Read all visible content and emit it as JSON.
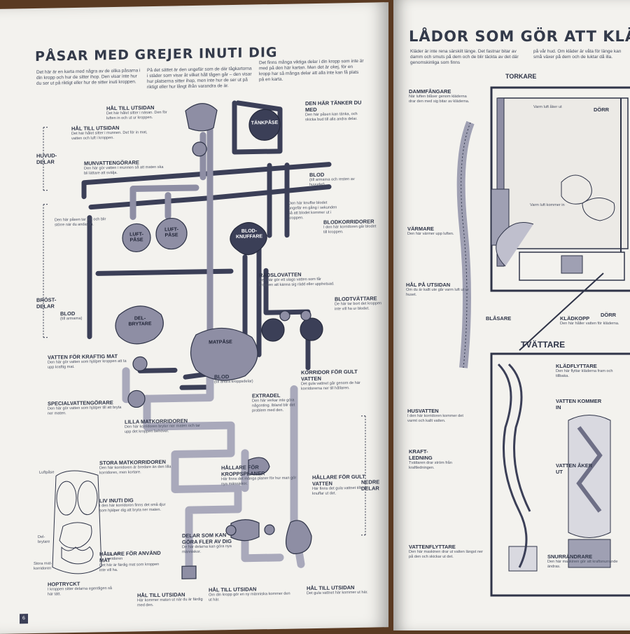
{
  "left_page": {
    "title": "PÅSAR MED GREJER INUTI DIG",
    "intro_col1": "Det här är en karta med några av de olika påsarna i din kropp och hur de sitter ihop. Den visar inte hur du ser ut på riktigt eller hur de sitter inuti kroppen.",
    "intro_col2": "På det sättet är den ungefär som de där tågkartorna i städer som visar åt vilket håll tågen går – den visar hur platserna sitter ihop, men inte hur de ser ut på riktigt eller hur långt ifrån varandra de är.",
    "intro_col3": "Det finns många viktiga delar i din kropp som inte är med på den här kartan. Men det är okej, för en kropp har så många delar att alla inte kan få plats på en karta.",
    "sections": {
      "huvud": "HUVUD-\nDELAR",
      "brost": "BRÖST-\nDELAR",
      "nedre": "NEDRE\nDELAR"
    },
    "labels": [
      {
        "id": "hal-1",
        "title": "HÅL TILL UTSIDAN",
        "text": "Det här hålet sitter i näsan. Den för luften in och ut ur kroppen."
      },
      {
        "id": "hal-2",
        "title": "HÅL TILL UTSIDAN",
        "text": "Det här hålet sitter i munnen. Det för in mat, vatten och luft i kroppen."
      },
      {
        "id": "munvatten",
        "title": "MUNVATTENGÖRARE",
        "text": "Den här gör vatten i munnen så att maten ska bli lättare att svälja."
      },
      {
        "id": "tankpase",
        "title": "DEN HÄR TÄNKER DU MED",
        "text": "Den här påsen kan tänka, och skicka bud till alla andra delar."
      },
      {
        "id": "blod-top",
        "title": "BLOD",
        "text": "(till armarna och resten av huvudet)"
      },
      {
        "id": "luftpase-note",
        "title": "",
        "text": "Den här påsen tar luft och blir större när du andas in."
      },
      {
        "id": "blodknuffare",
        "title": "",
        "text": "Den här knuffar blodet ungefär en gång i sekunden så att blodet kommer ut i kroppen."
      },
      {
        "id": "blodkorridorer",
        "title": "BLODKORRIDORER",
        "text": "I den här korridoren går blodet till kroppen."
      },
      {
        "id": "radslovatten",
        "title": "RÄDSLOVATTEN",
        "text": "Den här gör ett slags vatten som får kroppen att känna sig rädd eller upphetsad."
      },
      {
        "id": "blodtvattare",
        "title": "BLODTVÄTTARE",
        "text": "De här tar bort det kroppen inte vill ha ur blodet."
      },
      {
        "id": "blod-left",
        "title": "BLOD",
        "text": "(till armarna)"
      },
      {
        "id": "vatten-kraftig",
        "title": "VATTEN FÖR KRAFTIG MAT",
        "text": "Den här gör vatten som hjälper kroppen att ta upp kraftig mat."
      },
      {
        "id": "specialvatten",
        "title": "SPECIALVATTENGÖRARE",
        "text": "Den här gör vatten som hjälper till att bryta ner maten."
      },
      {
        "id": "blod-bottom",
        "title": "BLOD",
        "text": "(till andra kroppsdelar)"
      },
      {
        "id": "korridor-gult",
        "title": "KORRIDOR FÖR GULT VATTEN",
        "text": "Det gula vattnet går genom de här korridorerna ner till hållaren."
      },
      {
        "id": "extradel",
        "title": "EXTRADEL",
        "text": "Den här verkar inte göra någonting. Ibland blir det problem med den."
      },
      {
        "id": "lilla-matkorridoren",
        "title": "LILLA MATKORRIDOREN",
        "text": "Den här korridoren bryter ner maten och tar upp det kroppen behöver."
      },
      {
        "id": "stora-matkorridoren",
        "title": "STORA MATKORRIDOREN",
        "text": "Den här korridoren är bredare än den lilla korridoren, men kortare."
      },
      {
        "id": "hallare-kropp",
        "title": "HÅLLARE FÖR KROPPSPLANER",
        "text": "Här finns det många planer för hur man gör nya människor."
      },
      {
        "id": "hallare-gult",
        "title": "HÅLLARE FÖR GULT VATTEN",
        "text": "Här finns det gula vattnet tills du knuffar ut det."
      },
      {
        "id": "liv-inuti",
        "title": "LIV INUTI DIG",
        "text": "I den här korridoren finns det små djur som hjälper dig att bryta ner maten."
      },
      {
        "id": "hallare-anvand",
        "title": "HÅLLARE FÖR ANVÄND MAT",
        "text": "Det här är färdig mat som kroppen inte vill ha."
      },
      {
        "id": "delar-nya",
        "title": "DELAR SOM KAN GÖRA FLER AV DIG",
        "text": "De här delarna kan göra nya människor."
      },
      {
        "id": "hal-3",
        "title": "HÅL TILL UTSIDAN",
        "text": "Här kommer maten ut när du är färdig med den."
      },
      {
        "id": "hal-4",
        "title": "HÅL TILL UTSIDAN",
        "text": "Om din kropp gör en ny människa kommer den ut här."
      },
      {
        "id": "hal-5",
        "title": "HÅL TILL UTSIDAN",
        "text": "Det gula vattnet här kommer ut här."
      },
      {
        "id": "hoptryckt",
        "title": "HOPTRYCKT",
        "text": "I kroppen sitter delarna egentligen så här tätt."
      }
    ],
    "blob_labels": {
      "tankpase": "TÄNKPÅSE",
      "luft1": "LUFT-\nPÅSE",
      "luft2": "LUFT-\nPÅSE",
      "blodknuffare": "BLOD-\nKNUFFARE",
      "delbrytare": "DEL-\nBRYTARE",
      "matpase": "MATPÅSE"
    },
    "mini_diagram": {
      "tags": [
        "Luftpåse",
        "Del-\nbrytare",
        "Stora mat-\nkorridoren",
        "Lilla mat-\nkorridoren"
      ]
    },
    "page_number": "6"
  },
  "right_page": {
    "title": "LÅDOR SOM GÖR ATT KLÄDE",
    "intro_col1": "Kläder är inte rena särskilt länge. Det fastnar bitar av damm och smuts på dem och de blir täckta av det där genomskinliga som finns",
    "intro_col2": "på vår hud. Om kläder är våta för länge kan små växer på dem och de luktar då illa.",
    "torkare": "TORKARE",
    "tvattare": "TVÄTTARE",
    "labels": [
      {
        "id": "dammfangare",
        "title": "DAMMFÅNGARE",
        "text": "När luften blåser genom kläderna drar den med sig bitar av kläderna."
      },
      {
        "id": "dorr-top",
        "title": "DÖRR",
        "text": ""
      },
      {
        "id": "varmare",
        "title": "VÄRMARE",
        "text": "Den här värmer upp luften."
      },
      {
        "id": "hal-pa-utsidan",
        "title": "HÅL PÅ UTSIDAN",
        "text": "Om du är kallt ute går varm luft ut ur huset."
      },
      {
        "id": "blasare",
        "title": "BLÅSARE",
        "text": ""
      },
      {
        "id": "kladkopp",
        "title": "KLÄDKOPP",
        "text": "Den här håller vatten för kläderna."
      },
      {
        "id": "dorr-right",
        "title": "DÖRR",
        "text": ""
      },
      {
        "id": "kladflyttare",
        "title": "KLÄDFLYTTARE",
        "text": "Den här flyttar kläderna fram och tillbaka."
      },
      {
        "id": "husvatten",
        "title": "HUSVATTEN",
        "text": "I den här korridoren kommer det varmt och kallt vatten."
      },
      {
        "id": "vatten-in",
        "title": "VATTEN KOMMER IN",
        "text": ""
      },
      {
        "id": "kraftledning",
        "title": "KRAFT-\nLEDNING",
        "text": "Tvättaren drar ström från kraftledningen."
      },
      {
        "id": "vatten-ut",
        "title": "VATTEN ÅKER UT",
        "text": ""
      },
      {
        "id": "vattenflyttare",
        "title": "VATTENFLYTTARE",
        "text": "Den här maskinen drar ut vatten längst ner på den och skickar ut det."
      },
      {
        "id": "snurrandrare",
        "title": "SNURRÄNDRARE",
        "text": "Den här maskinen gör att kraftsnurrande ändras."
      }
    ],
    "small_tags": [
      "Varm luft åker ut",
      "Varm luft kommer in"
    ]
  }
}
